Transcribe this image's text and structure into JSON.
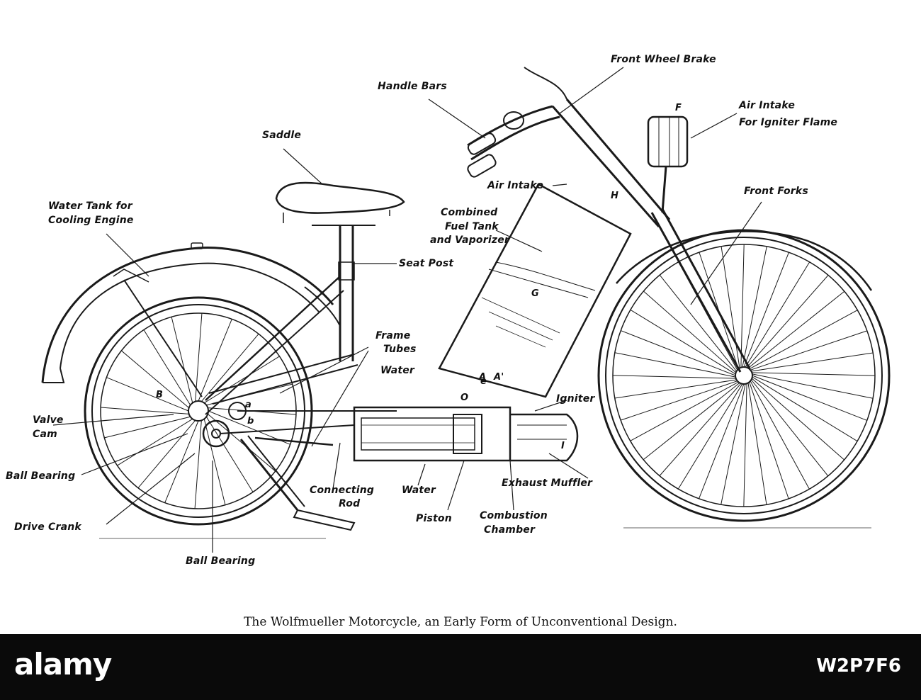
{
  "labels": {
    "front_wheel_brake": "Front Wheel Brake",
    "handle_bars": "Handle Bars",
    "air_intake_igniter_1": "Air Intake",
    "air_intake_igniter_2": "For Igniter Flame",
    "saddle": "Saddle",
    "letter_F": "F",
    "front_forks": "Front Forks",
    "air_intake": "Air Intake",
    "letter_H": "H",
    "water_tank_1": "Water Tank for",
    "water_tank_2": "Cooling Engine",
    "combined_1": "Combined",
    "combined_2": "Fuel Tank",
    "combined_3": "and Vaporizer",
    "seat_post": "Seat Post",
    "letter_G": "G",
    "frame_tubes_1": "Frame",
    "frame_tubes_2": "Tubes",
    "water_top": "Water",
    "letter_e": "e",
    "letter_O": "O",
    "letter_A": "A",
    "letter_A_prime": "A'",
    "igniter": "Igniter",
    "letter_B": "B",
    "letter_a": "a",
    "letter_b": "b",
    "valve_cam_1": "Valve",
    "valve_cam_2": "Cam",
    "letter_I": "I",
    "ball_bearing_left": "Ball Bearing",
    "connecting_rod_1": "Connecting",
    "connecting_rod_2": "Rod",
    "water_bottom": "Water",
    "exhaust_muffler": "Exhaust Muffler",
    "piston": "Piston",
    "combustion_1": "Combustion",
    "combustion_2": "Chamber",
    "drive_crank": "Drive Crank",
    "ball_bearing_bottom": "Ball Bearing"
  },
  "caption": "The Wolfmueller Motorcycle, an Early Form of Unconventional Design.",
  "footer": {
    "logo": "alamy",
    "code": "W2P7F6"
  }
}
